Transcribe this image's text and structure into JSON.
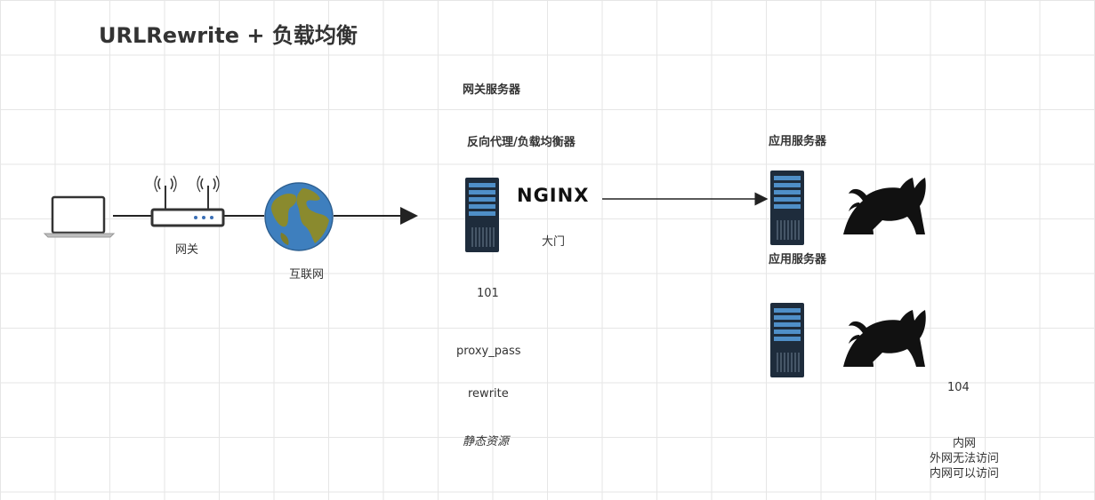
{
  "diagram": {
    "title": "URLRewrite + 负载均衡",
    "gateway_label": "网关",
    "internet_label": "互联网",
    "gateway_server_label": "网关服务器",
    "reverse_proxy_label": "反向代理/负载均衡器",
    "nginx_logo_text": "NGINX",
    "door_label": "大门",
    "proxy_ip": "101",
    "proxy_pass": "proxy_pass",
    "rewrite": "rewrite",
    "static_resources": "静态资源",
    "app_server_1_label": "应用服务器",
    "app_server_2_label": "应用服务器",
    "app_ip": "104",
    "intranet_notes": [
      "内网",
      "外网无法访问",
      "内网可以访问"
    ],
    "icons": [
      "laptop-icon",
      "router-icon",
      "globe-icon",
      "server-icon",
      "nginx-logo",
      "tomcat-icon"
    ]
  }
}
